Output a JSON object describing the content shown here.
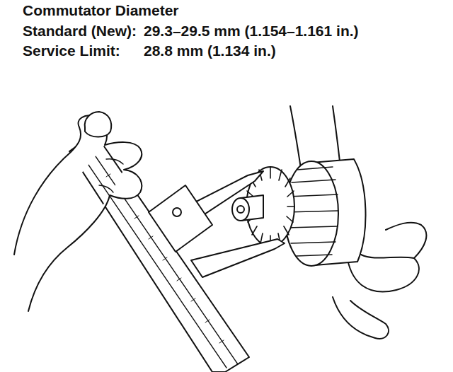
{
  "diagram": {
    "title": "Commutator Diameter",
    "labels": [
      "Standard (New):",
      "29.3–29.5 mm (1.154–1.161 in.)",
      "Service Limit:",
      "28.8 mm (1.134 in.)"
    ]
  }
}
